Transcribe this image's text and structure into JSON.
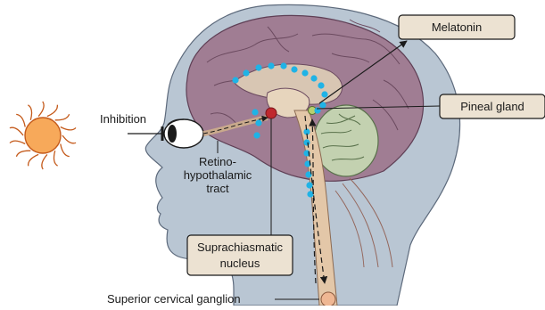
{
  "labels": {
    "inhibition": "Inhibition",
    "retino_line1": "Retino-",
    "retino_line2": "hypothalamic",
    "retino_line3": "tract",
    "superior_cervical_ganglion": "Superior cervical ganglion"
  },
  "boxes": {
    "melatonin": "Melatonin",
    "pineal_gland": "Pineal gland",
    "scn_line1": "Suprachiasmatic",
    "scn_line2": "nucleus"
  },
  "colors": {
    "head_fill": "#b9c6d3",
    "brain_fill": "#a07d93",
    "sun_fill": "#f7a95a",
    "dot": "#1fb3e6",
    "label_box": "#ece2d2",
    "cerebellum": "#c3d1b0",
    "scn_marker": "#c0282e"
  },
  "icons": [
    "sun-icon",
    "eye-icon"
  ]
}
